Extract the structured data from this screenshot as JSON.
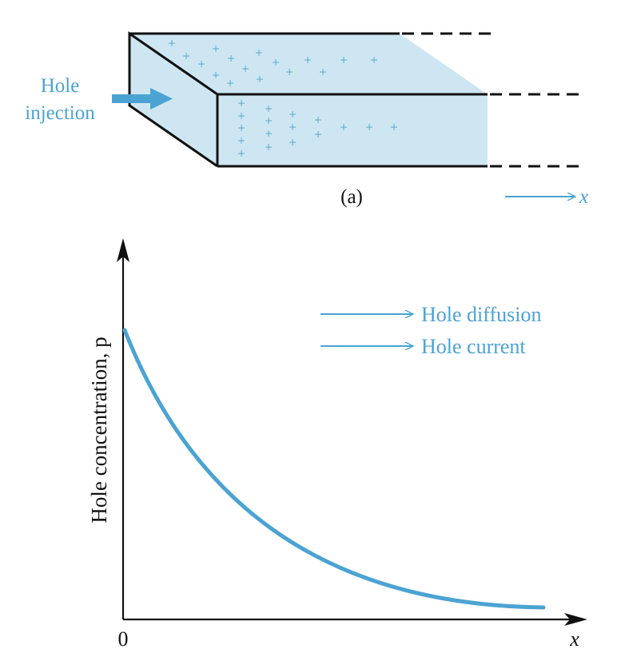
{
  "colors": {
    "accent": "#4ba3d3",
    "bar_fill": "#cde6f1",
    "outline": "#111111"
  },
  "labels": {
    "injection_line1": "Hole",
    "injection_line2": "injection",
    "panel_label": "(a)",
    "x_direction": "x",
    "plot_x_axis": "x",
    "plot_origin": "0",
    "plot_y_axis": "Hole concentration, p"
  },
  "legend": {
    "diffusion": "Hole diffusion",
    "current": "Hole current"
  },
  "charge_symbol": "+",
  "chart_data": {
    "type": "line",
    "xlabel": "x",
    "ylabel": "Hole concentration, p",
    "x_origin_label": "0",
    "curve": "exponential decay",
    "annotations": [
      "Hole diffusion",
      "Hole current"
    ]
  }
}
